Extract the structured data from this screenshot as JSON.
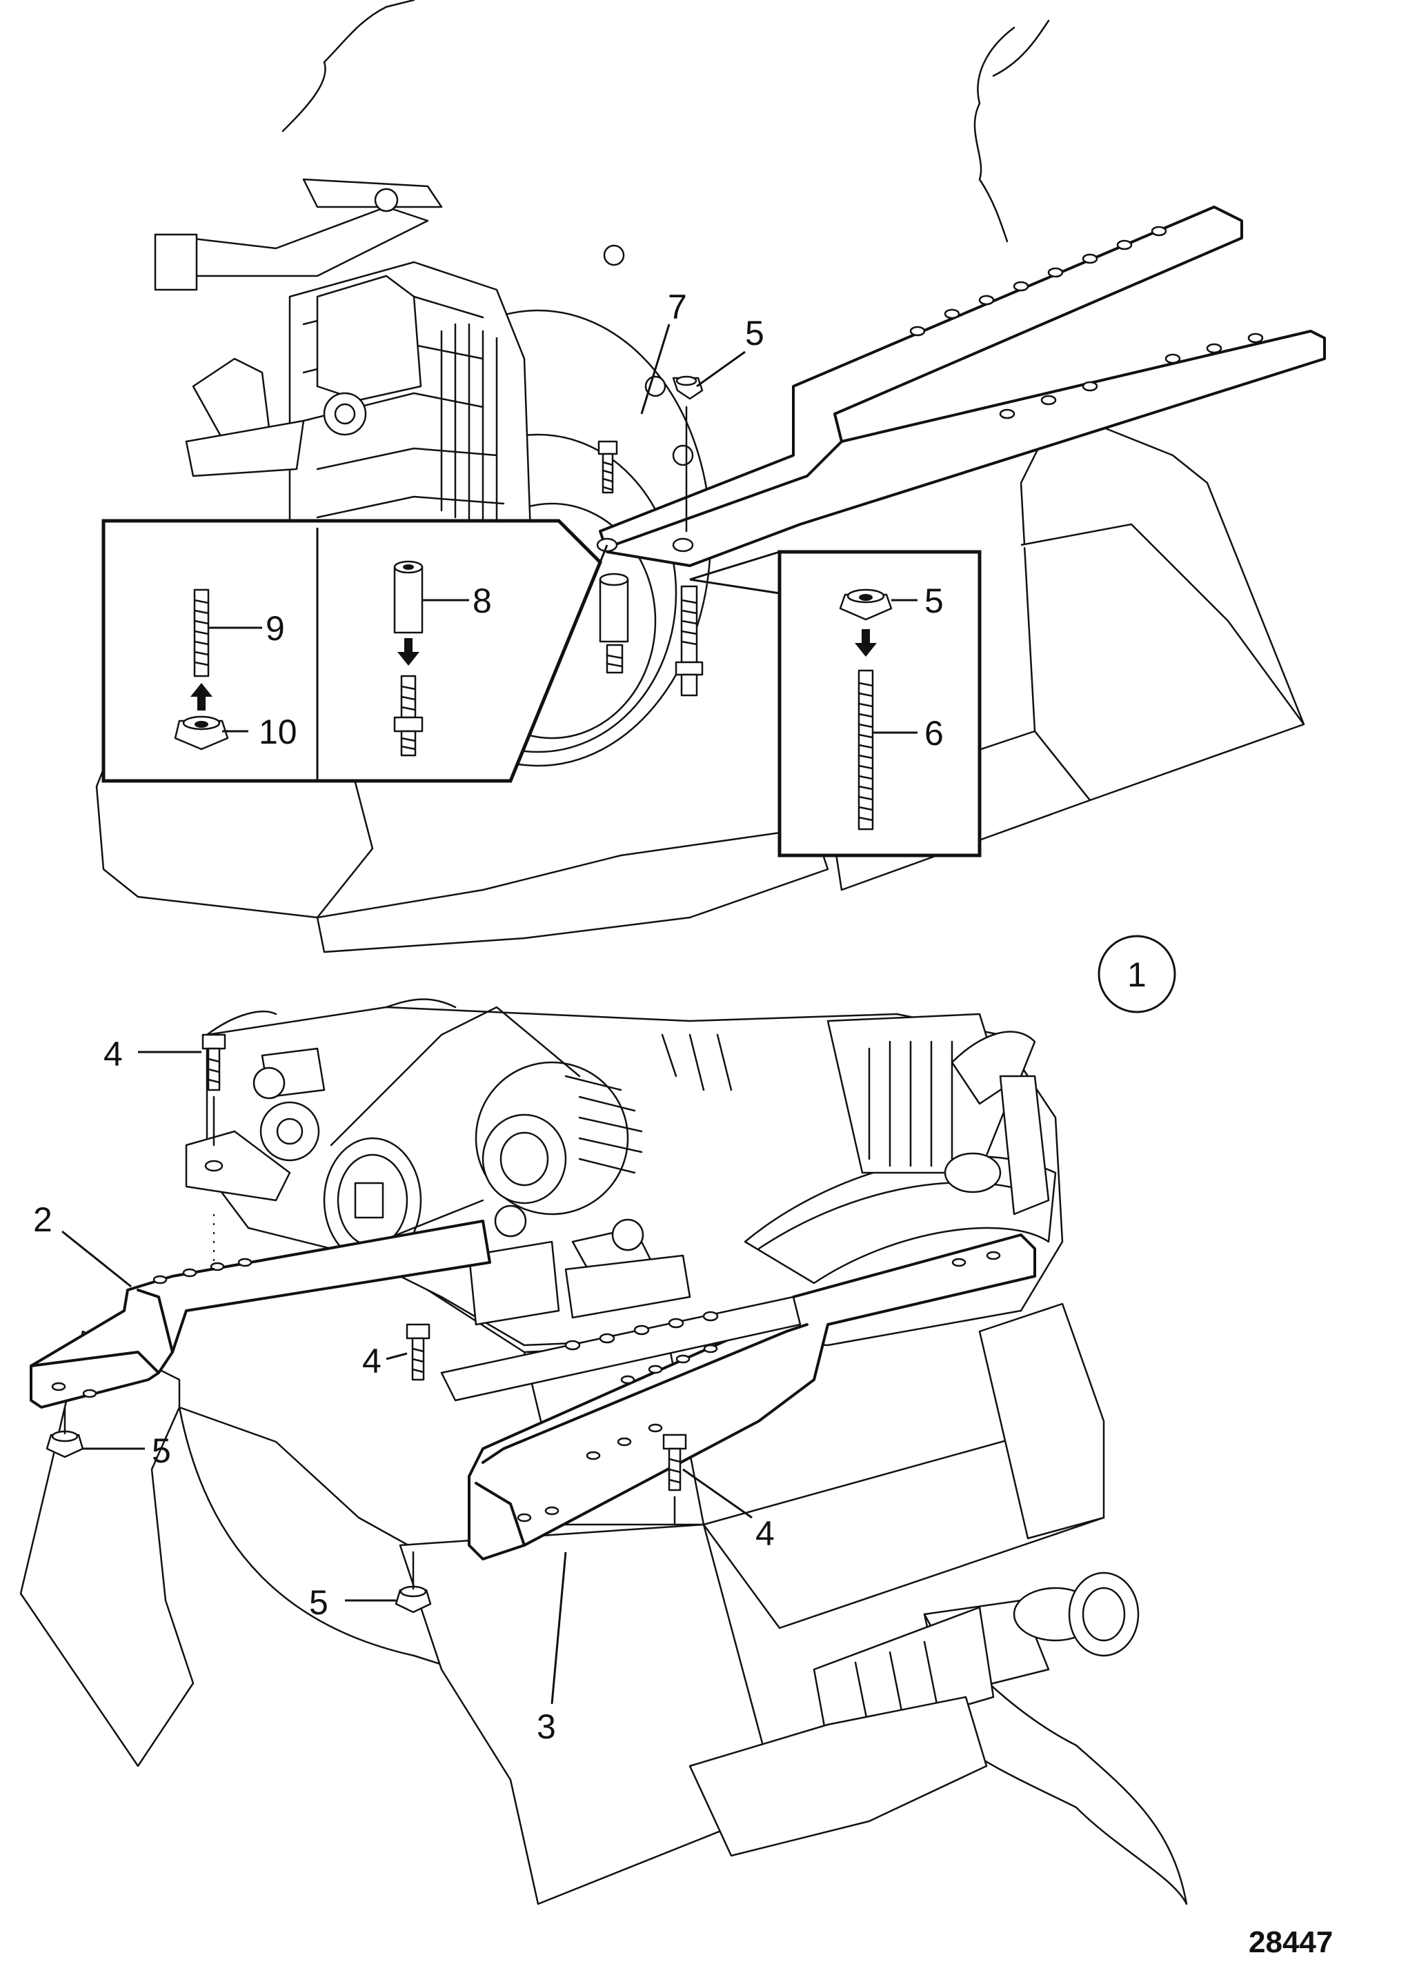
{
  "figure": {
    "reference_number": "28447",
    "view_marker": "1"
  },
  "callouts": {
    "bolt_4_top": "4",
    "bolt_4_mid": "4",
    "bolt_4_right": "4",
    "bracket_2": "2",
    "bracket_3": "3",
    "nut_5_top": "5",
    "nut_5_inset": "5",
    "nut_5_left": "5",
    "nut_5_bottom": "5",
    "stud_6": "6",
    "bolt_7": "7",
    "spacer_8": "8",
    "stud_9": "9",
    "nut_10": "10"
  }
}
